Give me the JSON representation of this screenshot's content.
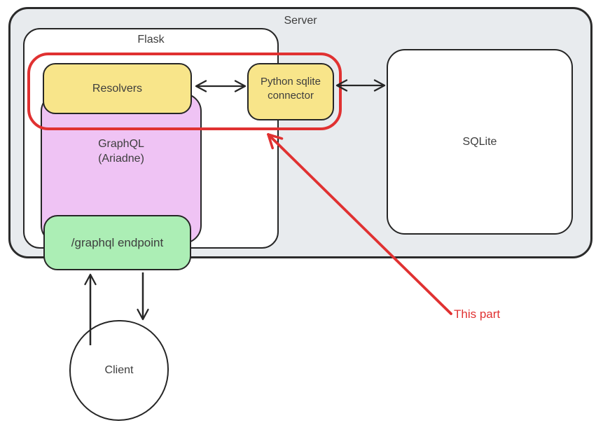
{
  "nodes": {
    "server": {
      "label": "Server"
    },
    "flask": {
      "label": "Flask"
    },
    "resolvers": {
      "label": "Resolvers"
    },
    "graphql": {
      "line1": "GraphQL",
      "line2": "(Ariadne)"
    },
    "connector": {
      "line1": "Python sqlite",
      "line2": "connector"
    },
    "sqlite": {
      "label": "SQLite"
    },
    "endpoint": {
      "label": "/graphql endpoint"
    },
    "client": {
      "label": "Client"
    }
  },
  "annotation": {
    "label": "This part",
    "target": "resolvers + python sqlite connector highlight"
  },
  "connections": [
    {
      "from": "resolvers",
      "to": "connector",
      "type": "bidirectional-arrow"
    },
    {
      "from": "connector",
      "to": "sqlite",
      "type": "bidirectional-arrow"
    },
    {
      "from": "client",
      "to": "endpoint",
      "type": "arrow-up"
    },
    {
      "from": "endpoint",
      "to": "client",
      "type": "arrow-down"
    },
    {
      "from": "annotation",
      "to": "highlight",
      "type": "red-pointer-arrow"
    }
  ],
  "colors": {
    "server_fill": "#e8ebee",
    "box_border": "#262626",
    "yellow_fill": "#f8e58a",
    "purple_fill": "#efc3f4",
    "green_fill": "#aceeb5",
    "white_fill": "#ffffff",
    "highlight_red": "#e03131",
    "text": "#3d3d3d"
  }
}
